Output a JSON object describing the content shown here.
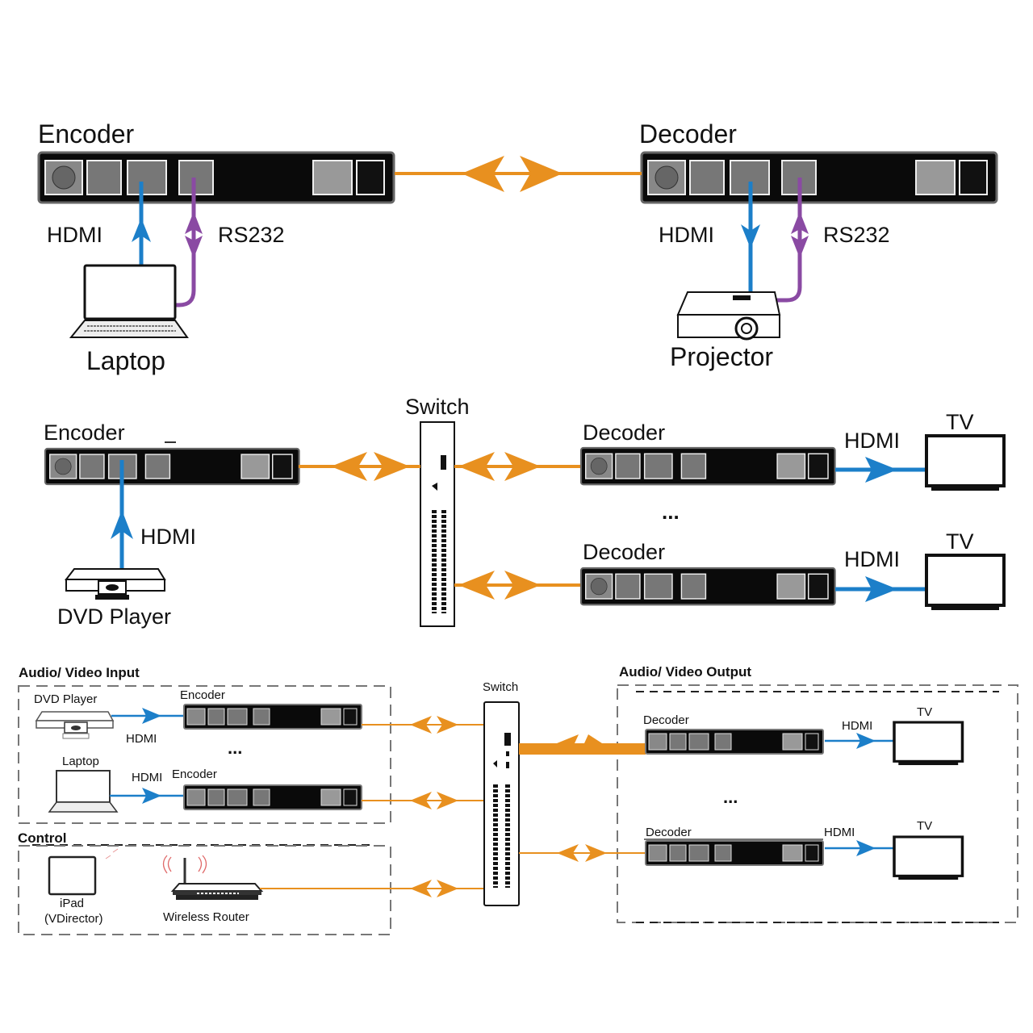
{
  "colors": {
    "ethernet": "#E8901F",
    "hdmi": "#1C7FC9",
    "rs232": "#8A4AA3",
    "device_body": "#0a0a0a",
    "wifi": "#E06A6A"
  },
  "top": {
    "encoder_label": "Encoder",
    "decoder_label": "Decoder",
    "enc_hdmi": "HDMI",
    "enc_rs232": "RS232",
    "dec_hdmi": "HDMI",
    "dec_rs232": "RS232",
    "laptop_label": "Laptop",
    "projector_label": "Projector"
  },
  "middle": {
    "encoder_label": "Encoder",
    "switch_label": "Switch",
    "dvd_hdmi": "HDMI",
    "dvd_label": "DVD Player",
    "decoders": [
      {
        "label": "Decoder",
        "hdmi": "HDMI",
        "tv": "TV"
      },
      {
        "label": "Decoder",
        "hdmi": "HDMI",
        "tv": "TV"
      }
    ],
    "ellipsis": "..."
  },
  "bottom": {
    "input_title": "Audio/ Video Input",
    "control_title": "Control",
    "output_title": "Audio/ Video Output",
    "switch_label": "Switch",
    "inputs": [
      {
        "source": "DVD Player",
        "hdmi": "HDMI",
        "encoder": "Encoder"
      },
      {
        "source": "Laptop",
        "hdmi": "HDMI",
        "encoder": "Encoder"
      }
    ],
    "input_ellipsis": "...",
    "ipad_label_1": "iPad",
    "ipad_label_2": "(VDirector)",
    "router_label": "Wireless Router",
    "outputs": [
      {
        "decoder": "Decoder",
        "hdmi": "HDMI",
        "tv": "TV"
      },
      {
        "decoder": "Decoder",
        "hdmi": "HDMI",
        "tv": "TV"
      }
    ],
    "output_ellipsis": "..."
  }
}
